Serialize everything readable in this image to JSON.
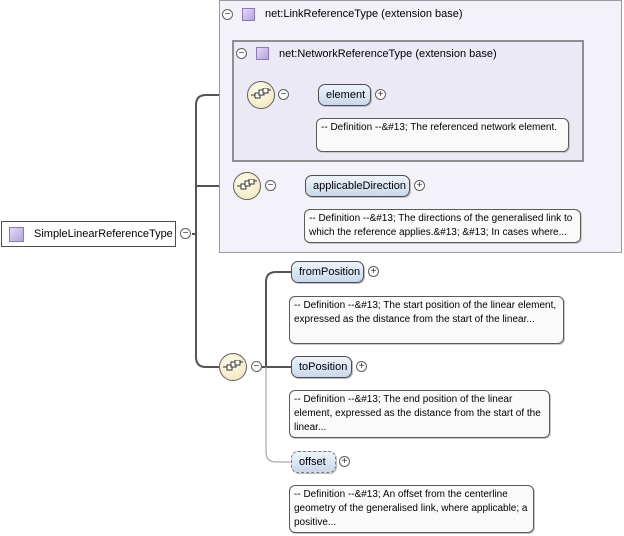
{
  "root": {
    "label": "SimpleLinearReferenceType"
  },
  "extension_outer": {
    "title": "net:LinkReferenceType (extension base)"
  },
  "extension_inner": {
    "title": "net:NetworkReferenceType (extension base)"
  },
  "elements": {
    "element": {
      "label": "element",
      "annotation": "-- Definition --&#13; The referenced network element."
    },
    "applicableDirection": {
      "label": "applicableDirection",
      "annotation": "-- Definition --&#13; The directions of the generalised link to which the reference applies.&#13; &#13; In cases where..."
    },
    "fromPosition": {
      "label": "fromPosition",
      "annotation": "-- Definition --&#13; The start position of the linear element, expressed as the distance from the start of the linear..."
    },
    "toPosition": {
      "label": "toPosition",
      "annotation": "-- Definition --&#13; The end position of the linear element, expressed as the distance from the start of the linear..."
    },
    "offset": {
      "label": "offset",
      "annotation": "-- Definition --&#13; An offset from the centerline geometry of the generalised link, where applicable; a positive..."
    }
  },
  "icons": {
    "collapse": "−",
    "expand": "+"
  },
  "colors": {
    "element_fill": "#c8d8ec",
    "extension_fill": "#f3f1fa",
    "sequence_fill": "#f0e4b6"
  }
}
